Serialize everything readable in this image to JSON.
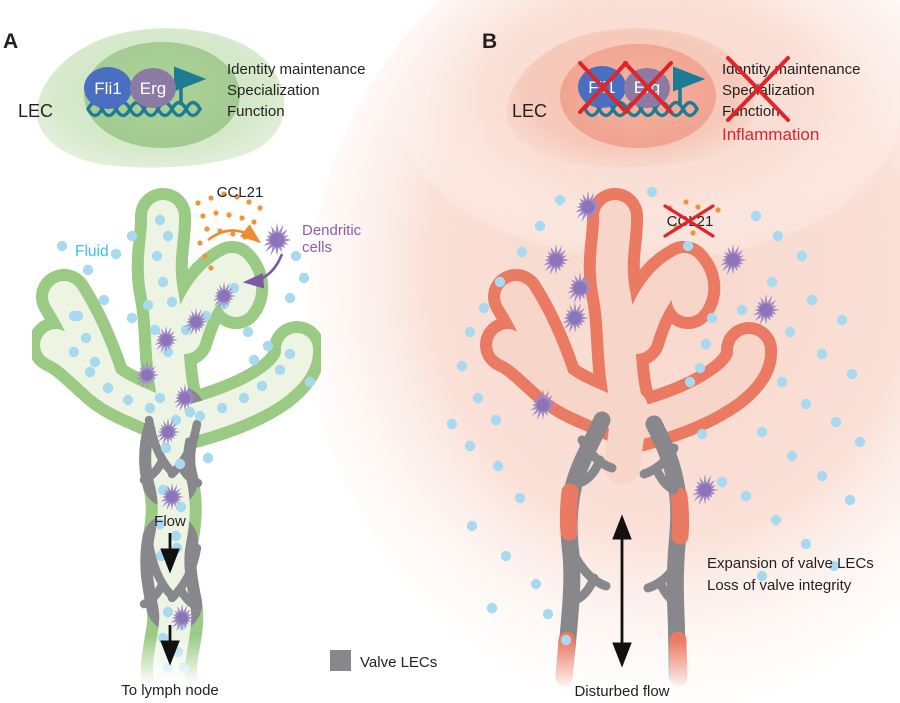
{
  "figure": {
    "panel_a": {
      "label": "A",
      "lec": "LEC",
      "tf1": "Fli1",
      "tf2": "Erg",
      "functions": [
        "Identity maintenance",
        "Specialization",
        "Function"
      ],
      "ccl21": "CCL21",
      "fluid": "Fluid",
      "dendritic": [
        "Dendritic",
        "cells"
      ],
      "flow": "Flow",
      "to_lymph_node": "To lymph node"
    },
    "panel_b": {
      "label": "B",
      "lec": "LEC",
      "tf1": "Fli1",
      "tf2": "Erg",
      "functions": [
        "Identity maintenance",
        "Specialization",
        "Function"
      ],
      "inflammation": "Inflammation",
      "ccl21": "CCL21",
      "notes": [
        "Expansion of valve LECs",
        "Loss of valve integrity"
      ],
      "disturbed_flow": "Disturbed flow"
    },
    "legend": {
      "valve_lecs": "Valve LECs"
    },
    "colors": {
      "vessel_green": "#9aca84",
      "lumen_green": "#edf4e3",
      "vessel_red": "#ea7a61",
      "lumen_pink": "#f7d5c9",
      "bg_pink": "#f8d8cd",
      "valve_gray": "#87878c",
      "fluid_dot": "#a9d9ee",
      "fluid_text": "#3cc0e2",
      "ccl21_dot": "#f5913a",
      "ccl21_arrow": "#ef8c33",
      "dendritic_body": "#a18cc6",
      "dendritic_core": "#8d73b9",
      "dendritic_text": "#8e5fa8",
      "dendritic_arrow": "#7d58a5",
      "dna_teal": "#1d7b93",
      "fli1_blue": "#4a6fc2",
      "erg_purple": "#8b7aa4",
      "cross_red": "#e0252a",
      "text_black": "#231f20",
      "cell_green": "#d5e9ca",
      "nucleus_green": "#a5cc93",
      "cell_red": "#f6c8b9",
      "nucleus_red": "#f1a493"
    },
    "scatter": {
      "a_fluid_inside": [
        [
          166,
          448
        ],
        [
          180,
          464
        ],
        [
          163,
          490
        ],
        [
          181,
          507
        ],
        [
          160,
          524
        ],
        [
          176,
          536
        ],
        [
          177,
          548
        ],
        [
          161,
          556
        ],
        [
          168,
          612
        ],
        [
          182,
          625
        ],
        [
          163,
          638
        ],
        [
          178,
          652
        ],
        [
          168,
          668
        ],
        [
          184,
          668
        ],
        [
          176,
          420
        ],
        [
          190,
          412
        ],
        [
          160,
          398
        ],
        [
          150,
          376
        ],
        [
          168,
          352
        ],
        [
          155,
          330
        ],
        [
          148,
          305
        ],
        [
          163,
          282
        ],
        [
          157,
          256
        ],
        [
          168,
          236
        ],
        [
          160,
          220
        ],
        [
          172,
          302
        ],
        [
          186,
          330
        ],
        [
          206,
          316
        ],
        [
          224,
          304
        ],
        [
          234,
          288
        ],
        [
          200,
          416
        ],
        [
          222,
          408
        ],
        [
          244,
          398
        ],
        [
          262,
          386
        ],
        [
          280,
          370
        ],
        [
          290,
          354
        ],
        [
          150,
          408
        ],
        [
          128,
          400
        ],
        [
          108,
          388
        ],
        [
          90,
          372
        ],
        [
          74,
          352
        ],
        [
          95,
          362
        ],
        [
          86,
          338
        ],
        [
          78,
          316
        ]
      ],
      "a_fluid_outside": [
        [
          62,
          246
        ],
        [
          88,
          270
        ],
        [
          116,
          254
        ],
        [
          132,
          236
        ],
        [
          104,
          300
        ],
        [
          132,
          318
        ],
        [
          74,
          316
        ],
        [
          290,
          298
        ],
        [
          304,
          278
        ],
        [
          296,
          256
        ],
        [
          248,
          332
        ],
        [
          268,
          346
        ],
        [
          254,
          360
        ],
        [
          310,
          382
        ],
        [
          208,
          458
        ]
      ],
      "b_fluid_outside": [
        [
          470,
          332
        ],
        [
          462,
          366
        ],
        [
          478,
          398
        ],
        [
          496,
          420
        ],
        [
          470,
          446
        ],
        [
          498,
          466
        ],
        [
          520,
          498
        ],
        [
          472,
          526
        ],
        [
          506,
          556
        ],
        [
          536,
          584
        ],
        [
          492,
          608
        ],
        [
          548,
          614
        ],
        [
          566,
          640
        ],
        [
          452,
          424
        ],
        [
          560,
          200
        ],
        [
          540,
          226
        ],
        [
          522,
          252
        ],
        [
          500,
          282
        ],
        [
          484,
          308
        ],
        [
          652,
          192
        ],
        [
          688,
          246
        ],
        [
          712,
          318
        ],
        [
          706,
          344
        ],
        [
          690,
          382
        ],
        [
          756,
          216
        ],
        [
          778,
          236
        ],
        [
          802,
          256
        ],
        [
          772,
          282
        ],
        [
          812,
          300
        ],
        [
          842,
          320
        ],
        [
          790,
          332
        ],
        [
          822,
          354
        ],
        [
          852,
          374
        ],
        [
          782,
          382
        ],
        [
          806,
          404
        ],
        [
          836,
          422
        ],
        [
          860,
          442
        ],
        [
          762,
          432
        ],
        [
          792,
          456
        ],
        [
          822,
          476
        ],
        [
          850,
          500
        ],
        [
          746,
          496
        ],
        [
          776,
          520
        ],
        [
          806,
          544
        ],
        [
          834,
          566
        ],
        [
          762,
          576
        ],
        [
          722,
          482
        ],
        [
          702,
          434
        ],
        [
          700,
          368
        ],
        [
          742,
          310
        ]
      ],
      "a_ccl21_dots": [
        [
          198,
          203
        ],
        [
          211,
          198
        ],
        [
          224,
          194
        ],
        [
          237,
          197
        ],
        [
          249,
          202
        ],
        [
          260,
          208
        ],
        [
          203,
          216
        ],
        [
          216,
          213
        ],
        [
          229,
          215
        ],
        [
          242,
          218
        ],
        [
          254,
          222
        ],
        [
          207,
          229
        ],
        [
          220,
          231
        ],
        [
          233,
          234
        ],
        [
          245,
          237
        ],
        [
          200,
          243
        ],
        [
          205,
          256
        ],
        [
          211,
          268
        ]
      ],
      "b_ccl21_dots": [
        [
          670,
          208
        ],
        [
          686,
          202
        ],
        [
          698,
          207
        ],
        [
          718,
          210
        ],
        [
          693,
          233
        ],
        [
          676,
          227
        ]
      ],
      "a_cells_inside": [
        [
          224,
          296
        ],
        [
          166,
          340
        ],
        [
          147,
          375
        ],
        [
          185,
          398
        ],
        [
          196,
          322
        ],
        [
          168,
          432
        ],
        [
          172,
          497
        ],
        [
          182,
          618
        ]
      ],
      "a_cells_outside": [
        [
          277,
          240
        ]
      ],
      "b_cells": [
        [
          588,
          207
        ],
        [
          556,
          260
        ],
        [
          580,
          288
        ],
        [
          575,
          318
        ],
        [
          733,
          260
        ],
        [
          766,
          310
        ],
        [
          543,
          405
        ],
        [
          705,
          490
        ]
      ]
    }
  }
}
